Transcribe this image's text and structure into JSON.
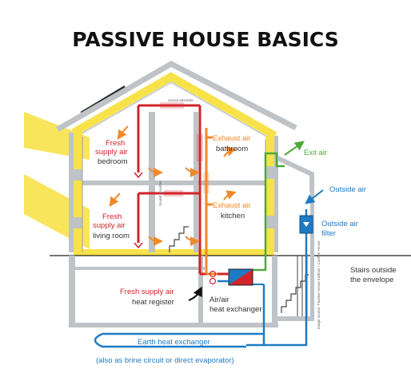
{
  "title": "PASSIVE HOUSE BASICS",
  "labels": {
    "fresh_bedroom": [
      "Fresh",
      "supply air"
    ],
    "bedroom": "bedroom",
    "fresh_living": [
      "Fresh",
      "supply air"
    ],
    "living_room": "living room",
    "exhaust_bathroom": "Exhaust air",
    "bathroom": "bathroom",
    "exhaust_kitchen": "Exhaust air",
    "kitchen": "kitchen",
    "exit_air": "Exit air",
    "outside_air_top": "Outside air",
    "outside_air_filter": [
      "Outside air",
      "filter"
    ],
    "stairs": [
      "Stairs outside",
      "the envelope"
    ],
    "fresh_register": [
      "Fresh supply air",
      "heat register"
    ],
    "heat_exchanger": [
      "Air/air",
      "heat exchanger"
    ],
    "earth_hx": "Earth heat exchanger",
    "earth_hx_sub": "(also as brine circuit or direct evaporator)"
  },
  "small_labels": {
    "sound_absorber_top": "Sound absorber",
    "sound_absorber_mid": "Sound absorber",
    "vertical_side": "Image source: Passive House Institute / Comfort House"
  },
  "colors": {
    "supply": "#d2232a",
    "exhaust": "#f0892a",
    "exit": "#4ea93b",
    "outside": "#1e7bc4",
    "insulation": "#f7e24a",
    "sun": "#f7e24a",
    "wall": "#bfc3c7"
  }
}
